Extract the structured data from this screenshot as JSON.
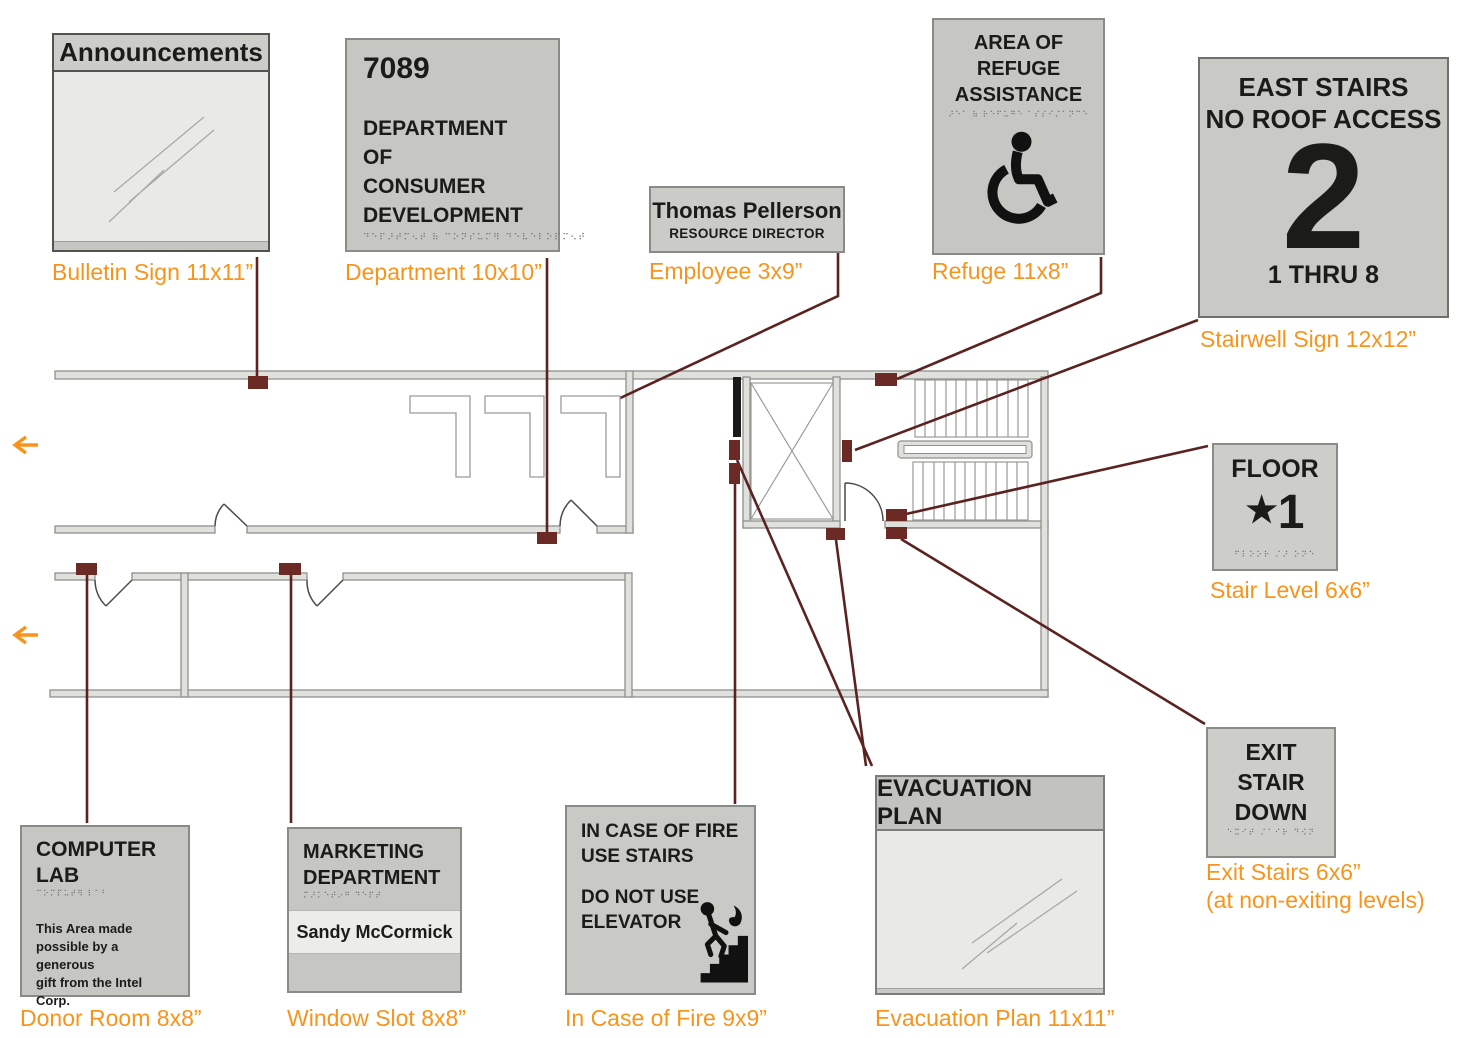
{
  "palette": {
    "caption_orange": "#f7941d",
    "leader_maroon": "#5a2321",
    "marker_maroon": "#6b2a24",
    "sign_gray": "#c6c6c3",
    "glass_gray": "#e9e9e7",
    "wall_fill": "#e0e0dd",
    "text_black": "#1b1b1a"
  },
  "plan": {
    "corridor_arrows": "2 orange arrows pointing left"
  },
  "signs": {
    "bulletin": {
      "title": "Announcements",
      "caption": "Bulletin Sign 11x11”"
    },
    "department": {
      "number": "7089",
      "lines": [
        "DEPARTMENT OF",
        "CONSUMER",
        "DEVELOPMENT"
      ],
      "braille": "⠙⠑⠏⠜⠞⠍⠢⠞ ⠷ ⠉⠕⠝⠎⠥⠍⠻ ⠙⠑⠧⠑⠇⠕⠏⠍⠢⠞",
      "caption": "Department 10x10”"
    },
    "employee": {
      "name": "Thomas Pellerson",
      "title": "RESOURCE DIRECTOR",
      "caption": "Employee 3x9”"
    },
    "refuge": {
      "lines": [
        "AREA OF",
        "REFUGE",
        "ASSISTANCE"
      ],
      "braille": "⠜⠑⠁ ⠷ ⠗⠑⠋⠥⠛⠑ ⠁⠎⠎⠊⠌⠁⠝⠉⠑",
      "caption": "Refuge 11x8”"
    },
    "stairwell": {
      "line1": "EAST STAIRS",
      "line2": "NO ROOF ACCESS",
      "number": "2",
      "range": "1 THRU 8",
      "caption": "Stairwell Sign 12x12”"
    },
    "stair_level": {
      "word": "FLOOR",
      "star": "★",
      "number": "1",
      "braille": "⠋⠇⠕⠕⠗ ⠌⠜ ⠕⠝⠑",
      "caption": "Stair Level 6x6”"
    },
    "exit_stair": {
      "lines": [
        "EXIT",
        "STAIR",
        "DOWN"
      ],
      "braille": "⠑⠭⠊⠞ ⠌⠁⠊⠗ ⠙⠪⠝",
      "caption_line1": "Exit Stairs 6x6”",
      "caption_line2": "(at non-exiting levels)"
    },
    "donor": {
      "lines": [
        "COMPUTER",
        "LAB"
      ],
      "braille": "⠉⠕⠍⠏⠥⠞⠻ ⠇⠁⠃",
      "body": [
        "This Area made",
        "possible by a generous",
        "gift from the Intel Corp."
      ],
      "caption": "Donor Room 8x8”"
    },
    "window_slot": {
      "lines": [
        "MARKETING",
        "DEPARTMENT"
      ],
      "braille": "⠍⠜⠅⠑⠞⠔⠛ ⠙⠑⠏⠞",
      "insert_name": "Sandy McCormick",
      "caption": "Window Slot 8x8”"
    },
    "fire": {
      "lines_top": [
        "IN CASE OF FIRE",
        "USE STAIRS"
      ],
      "lines_bottom": [
        "DO NOT USE",
        "ELEVATOR"
      ],
      "caption": "In Case of Fire 9x9”"
    },
    "evacuation": {
      "title": "EVACUATION PLAN",
      "caption": "Evacuation Plan 11x11”"
    }
  }
}
